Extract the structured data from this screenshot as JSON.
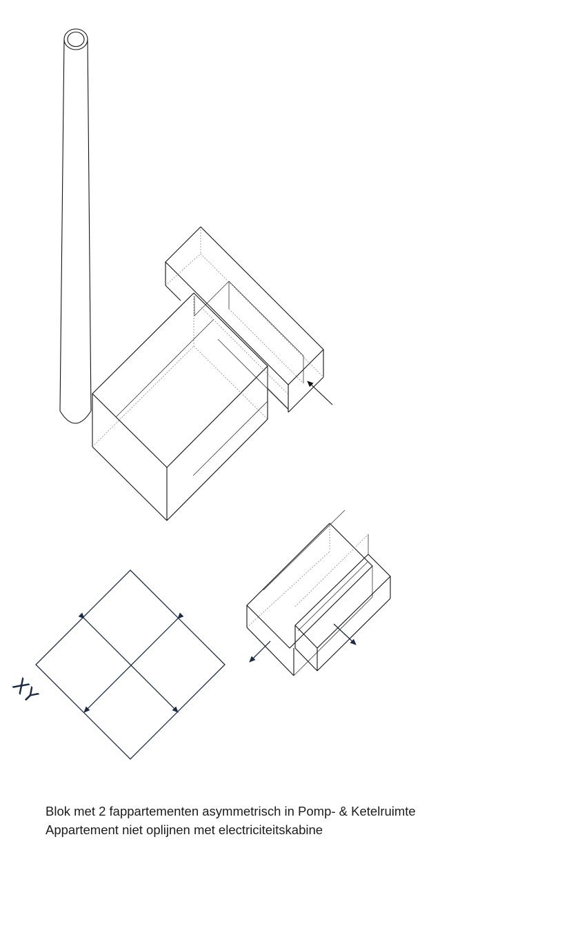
{
  "diagram": {
    "axis_label": "XY"
  },
  "caption": {
    "line1": "Blok met 2 fappartementen asymmetrisch in Pomp- & Ketelruimte",
    "line2": "Appartement niet oplijnen met electriciteitskabine"
  }
}
